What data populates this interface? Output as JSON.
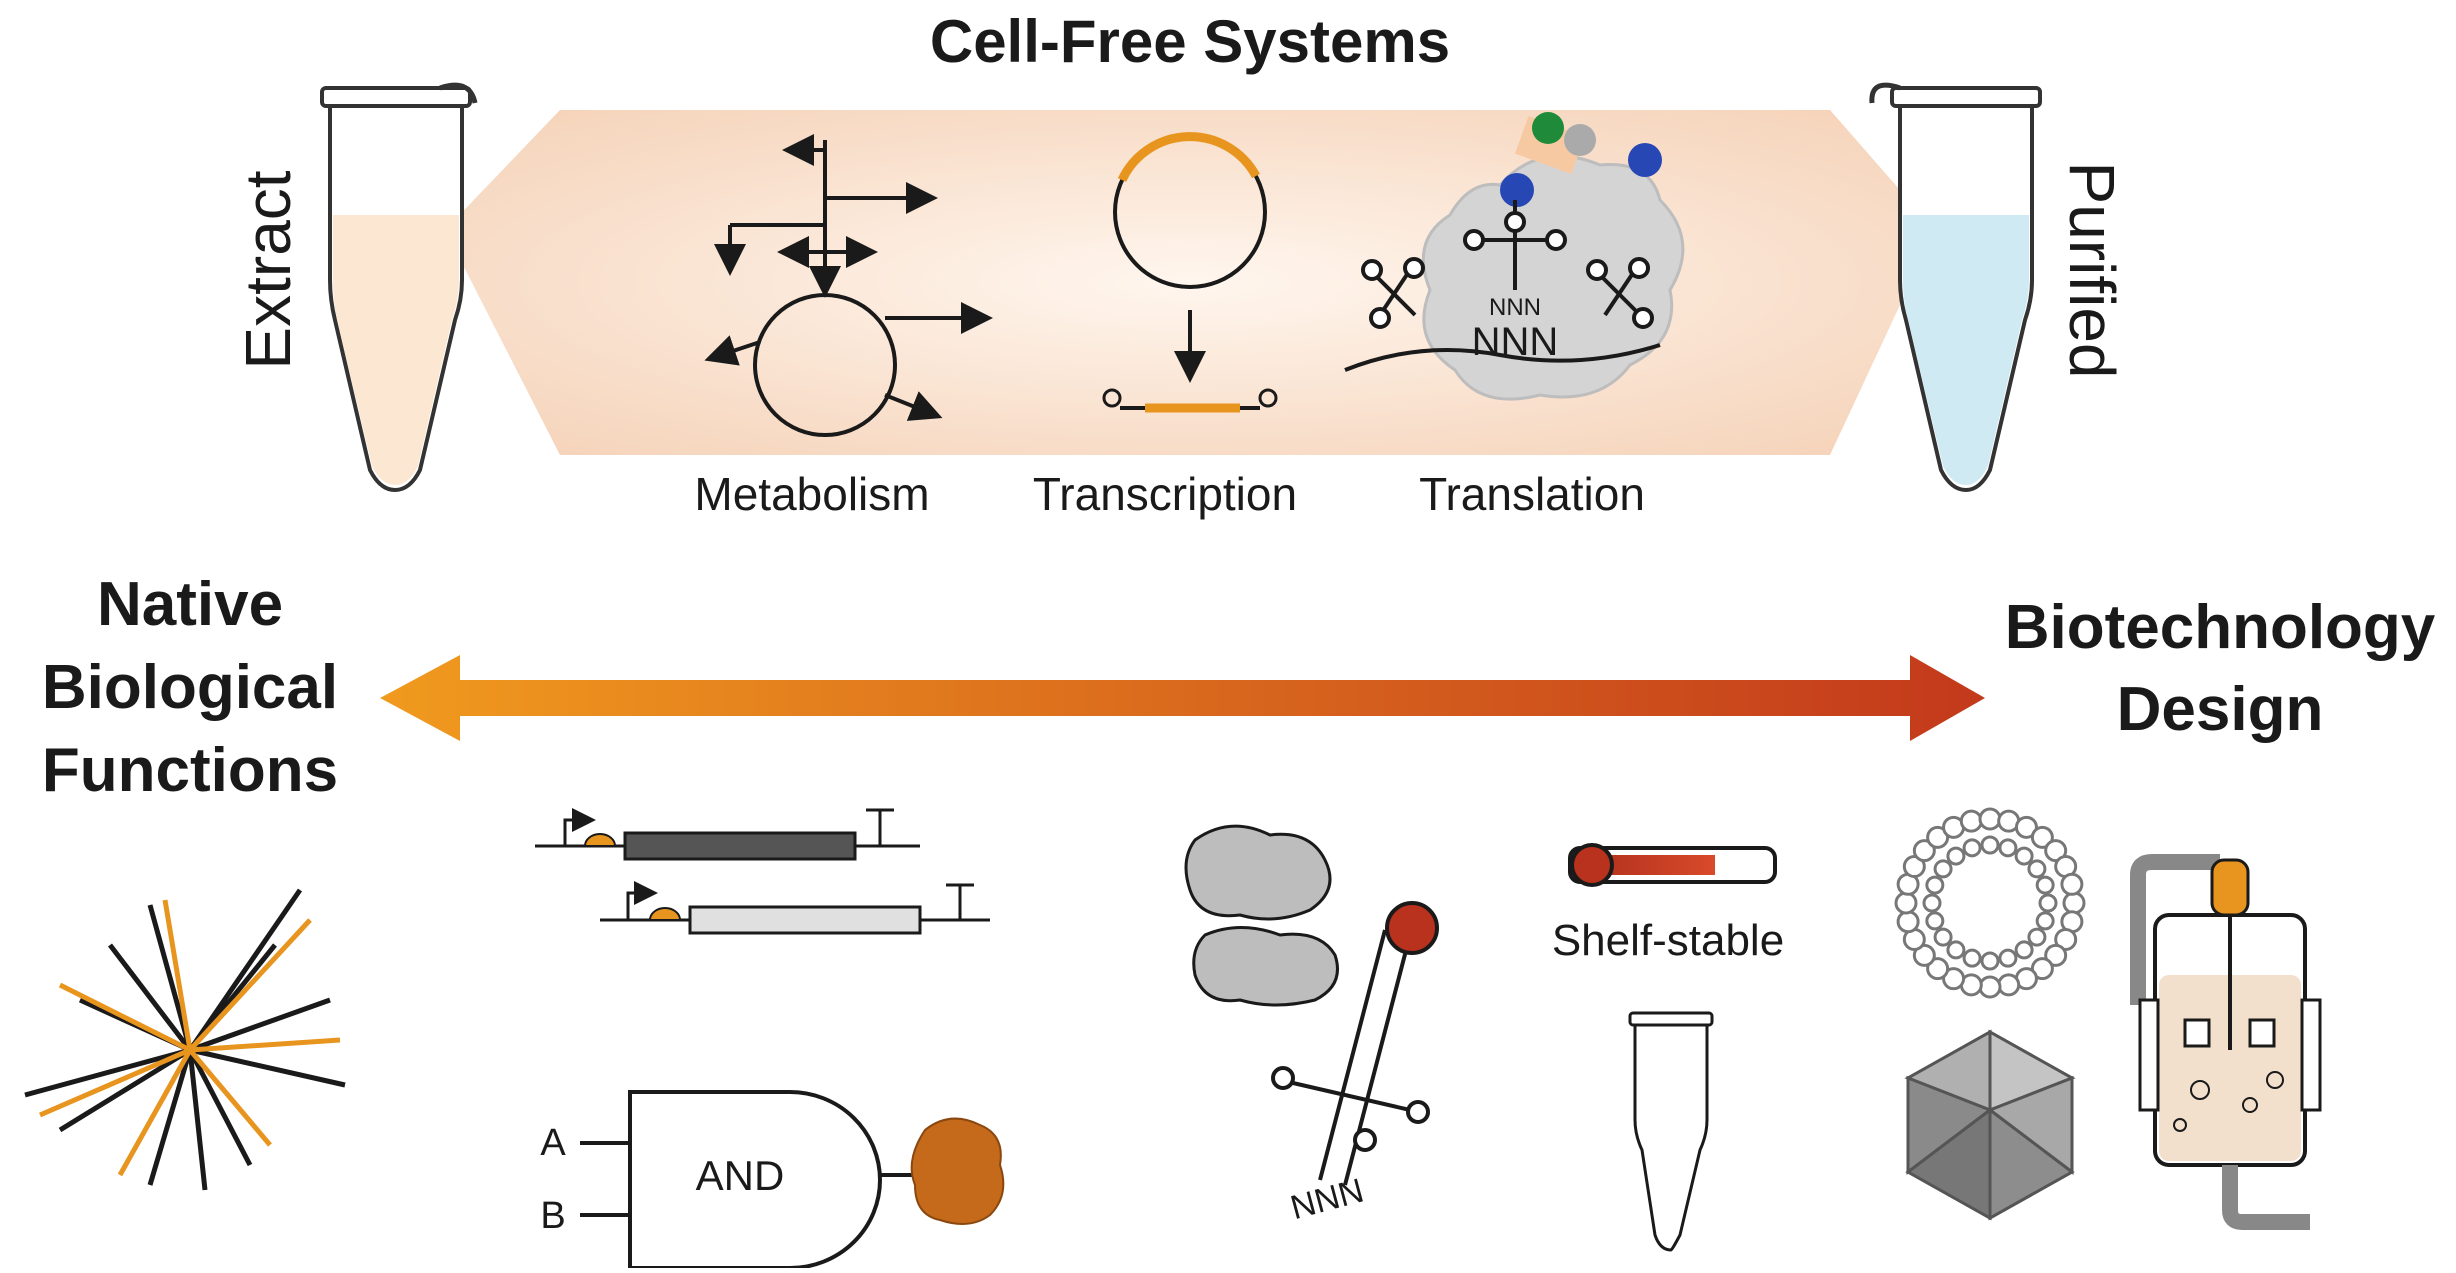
{
  "title": "Cell-Free Systems",
  "left_tube_label": "Extract",
  "right_tube_label": "Purified",
  "process_labels": [
    "Metabolism",
    "Transcription",
    "Translation"
  ],
  "codon_small": "NNN",
  "codon_large": "NNN",
  "codon_trna": "NNN",
  "spectrum": {
    "left": [
      "Native",
      "Biological",
      "Functions"
    ],
    "right": [
      "Biotechnology",
      "Design"
    ]
  },
  "gate": {
    "input_a": "A",
    "input_b": "B",
    "label": "AND"
  },
  "shelf_label": "Shelf-stable",
  "colors": {
    "orange": "#e8951f",
    "dark_orange": "#c46a1a",
    "red": "#b8321d",
    "extract": "#fce8d2",
    "purified": "#cfeaf2",
    "band": "#f6d7bf",
    "blue": "#2747b5",
    "green": "#1f8b3a"
  }
}
